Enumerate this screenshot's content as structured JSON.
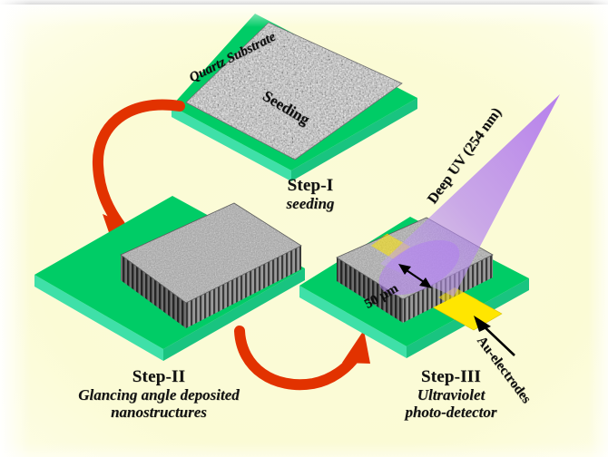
{
  "figure": {
    "kind": "process-flow-schematic",
    "background_color": "#fbfbd5",
    "top_bar_color": "#4a4a4a",
    "accent_arrow_color": "#e23200",
    "substrate_top_color": "#00cc66",
    "substrate_edge_color": "#3fe0a8",
    "electrode_color": "#ffe600",
    "uv_beam_color": "#9b59e8",
    "nanostructure_color": "#8c8c8c"
  },
  "steps": [
    {
      "id": "step-1",
      "title": "Step-I",
      "subtitle": "seeding",
      "labels": {
        "substrate": "Quartz Substrate",
        "process": "Seeding"
      }
    },
    {
      "id": "step-2",
      "title": "Step-II",
      "subtitle_line1": "Glancing angle deposited",
      "subtitle_line2": "nanostructures"
    },
    {
      "id": "step-3",
      "title": "Step-III",
      "subtitle_line1": "Ultraviolet",
      "subtitle_line2": "photo-detector",
      "labels": {
        "illumination": "Deep  UV (254 nm)",
        "electrodes": "Au-electrodes",
        "gap": "50 µm"
      }
    }
  ],
  "flow_arrows": [
    {
      "id": "arrow-1-to-2",
      "from": "step-1",
      "to": "step-2",
      "shape": "curved-down-left"
    },
    {
      "id": "arrow-2-to-3",
      "from": "step-2",
      "to": "step-3",
      "shape": "curved-up-right"
    }
  ]
}
